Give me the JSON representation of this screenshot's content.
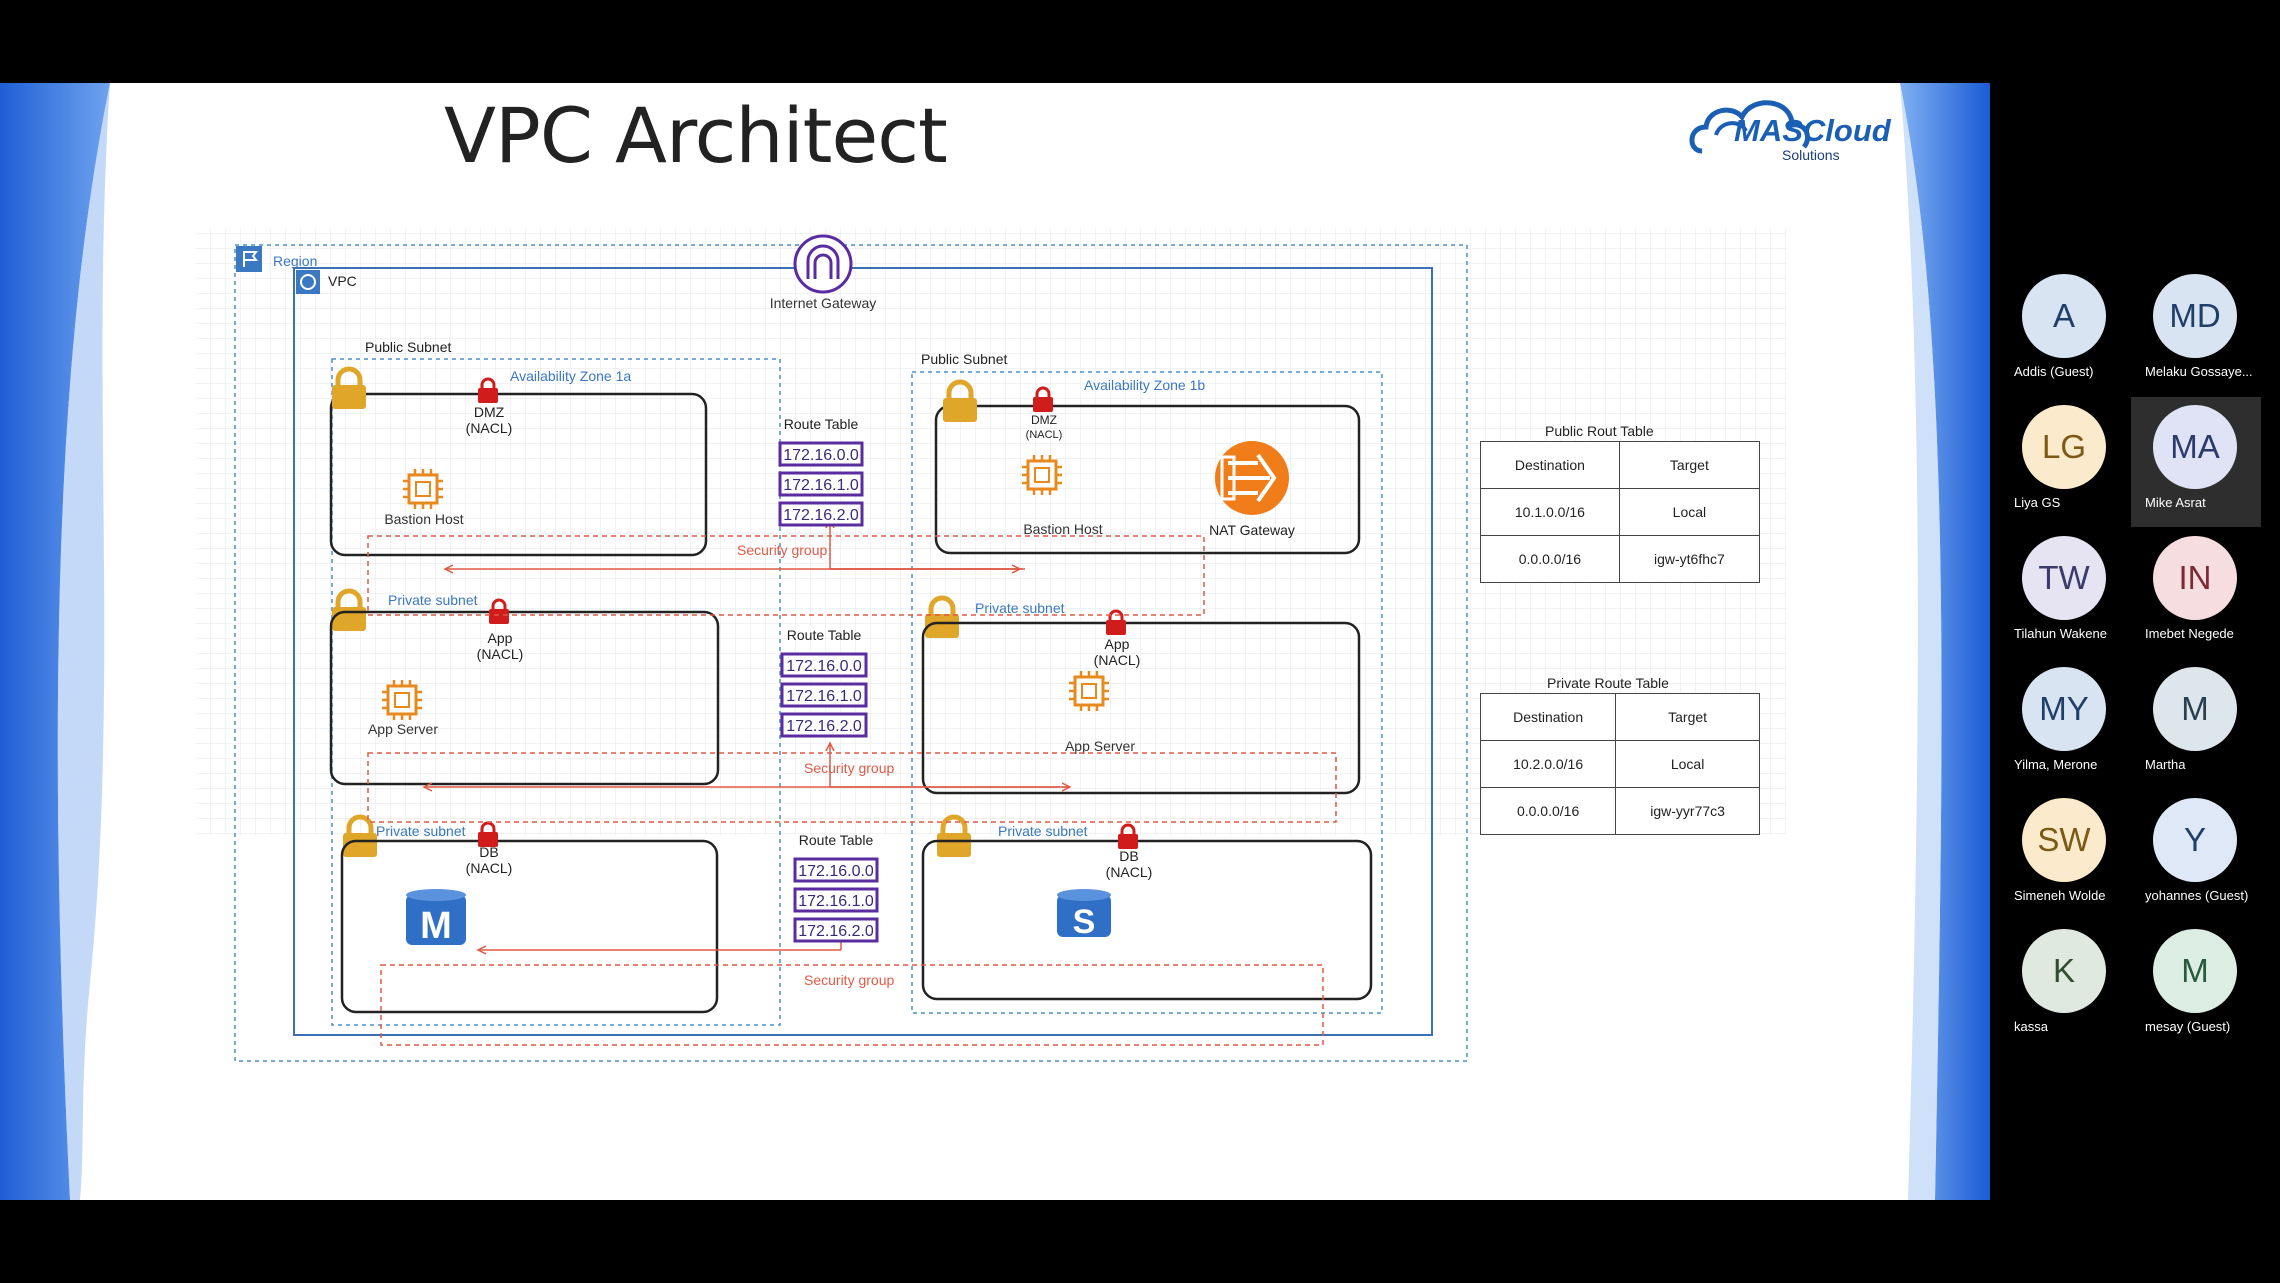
{
  "slide": {
    "title": "VPC Architect",
    "logo_text": "MASCloud",
    "logo_sub": "Solutions"
  },
  "diagram": {
    "region_label": "Region",
    "vpc_label": "VPC",
    "igw_label": "Internet Gateway",
    "az1_label": "Availability Zone 1a",
    "az2_label": "Availability Zone 1b",
    "public_subnet": "Public Subnet",
    "private_subnet": "Private subnet",
    "route_table": "Route Table",
    "routes": [
      "172.16.0.0",
      "172.16.1.0",
      "172.16.2.0"
    ],
    "security_group": "Security group",
    "dmz_label": "DMZ",
    "app_label": "App",
    "db_label": "DB",
    "nacl_label": "(NACL)",
    "bastion_label": "Bastion Host",
    "nat_label": "NAT Gateway",
    "app_server_label": "App Server",
    "db1_glyph": "M",
    "db2_glyph": "S"
  },
  "public_route_table": {
    "caption": "Public Rout Table",
    "headers": [
      "Destination",
      "Target"
    ],
    "rows": [
      [
        "10.1.0.0/16",
        "Local"
      ],
      [
        "0.0.0.0/16",
        "igw-yt6fhc7"
      ]
    ]
  },
  "private_route_table": {
    "caption": "Private Route Table",
    "headers": [
      "Destination",
      "Target"
    ],
    "rows": [
      [
        "10.2.0.0/16",
        "Local"
      ],
      [
        "0.0.0.0/16",
        "igw-yyr77c3"
      ]
    ]
  },
  "participants": [
    {
      "initials": "A",
      "name": "Addis (Guest)",
      "bg": "#d9e4f2",
      "fg": "#1f3f6b"
    },
    {
      "initials": "MD",
      "name": "Melaku Gossaye...",
      "bg": "#d9e4f2",
      "fg": "#1f3f6b"
    },
    {
      "initials": "LG",
      "name": "Liya GS",
      "bg": "#fbeacb",
      "fg": "#7a5a14"
    },
    {
      "initials": "MA",
      "name": "Mike Asrat",
      "bg": "#dfe3f5",
      "fg": "#2b3a6b"
    },
    {
      "initials": "TW",
      "name": "Tilahun Wakene",
      "bg": "#e6e3f3",
      "fg": "#3b3a6b"
    },
    {
      "initials": "IN",
      "name": "Imebet Negede",
      "bg": "#f6dde0",
      "fg": "#7a2b35"
    },
    {
      "initials": "MY",
      "name": "Yilma, Merone",
      "bg": "#d9e4f2",
      "fg": "#1f3f6b"
    },
    {
      "initials": "M",
      "name": "Martha",
      "bg": "#dde6ec",
      "fg": "#2b3f4f"
    },
    {
      "initials": "SW",
      "name": "Simeneh Wolde",
      "bg": "#fbeacb",
      "fg": "#7a5a14"
    },
    {
      "initials": "Y",
      "name": "yohannes (Guest)",
      "bg": "#dfe8f7",
      "fg": "#1f3f6b"
    },
    {
      "initials": "K",
      "name": "kassa",
      "bg": "#dfe9df",
      "fg": "#2f4f2f"
    },
    {
      "initials": "M",
      "name": "mesay (Guest)",
      "bg": "#dceee3",
      "fg": "#2a5a3c"
    }
  ],
  "colors": {
    "vpc_blue": "#3b6fb6",
    "route_purple": "#5a2ca0",
    "security_red": "#e05a45",
    "lock_gold": "#e0a62a",
    "nacl_red": "#d11c1c",
    "nat_orange": "#f07d1a",
    "db_blue": "#2f6fc6"
  }
}
